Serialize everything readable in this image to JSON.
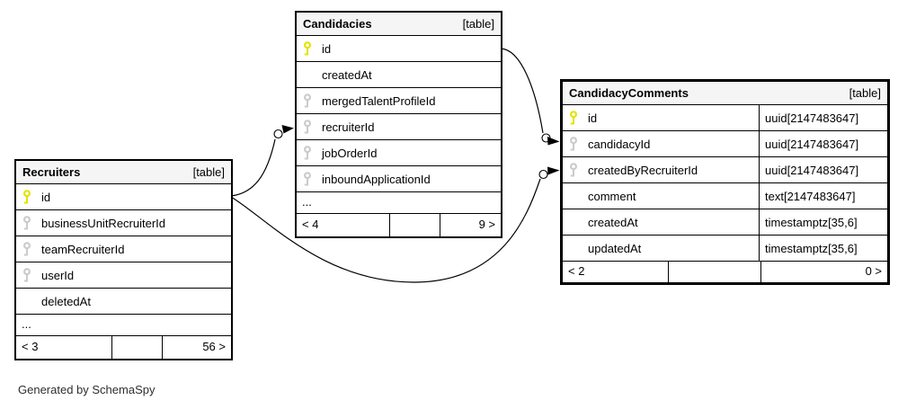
{
  "diagram": {
    "generator_note": "Generated by SchemaSpy",
    "colors": {
      "header_bg": "#f5f5f5",
      "row_bg": "#ffffff",
      "border": "#000000",
      "primary_key_icon": "#e3e300",
      "foreign_key_icon": "#cbcbcb"
    },
    "tables": [
      {
        "name": "Recruiters",
        "badge": "[table]",
        "columns": [
          {
            "name": "id",
            "key": "primary-key"
          },
          {
            "name": "businessUnitRecruiterId",
            "key": "foreign-key"
          },
          {
            "name": "teamRecruiterId",
            "key": "foreign-key"
          },
          {
            "name": "userId",
            "key": "foreign-key"
          },
          {
            "name": "deletedAt",
            "key": "none"
          }
        ],
        "ellipsis": "...",
        "footer": {
          "left": "< 3",
          "middle": "",
          "right": "56 >"
        }
      },
      {
        "name": "Candidacies",
        "badge": "[table]",
        "columns": [
          {
            "name": "id",
            "key": "primary-key"
          },
          {
            "name": "createdAt",
            "key": "none"
          },
          {
            "name": "mergedTalentProfileId",
            "key": "foreign-key"
          },
          {
            "name": "recruiterId",
            "key": "foreign-key"
          },
          {
            "name": "jobOrderId",
            "key": "foreign-key"
          },
          {
            "name": "inboundApplicationId",
            "key": "foreign-key"
          }
        ],
        "ellipsis": "...",
        "footer": {
          "left": "< 4",
          "middle": "",
          "right": "9 >"
        }
      },
      {
        "name": "CandidacyComments",
        "badge": "[table]",
        "columns": [
          {
            "name": "id",
            "key": "primary-key",
            "type": "uuid[2147483647]"
          },
          {
            "name": "candidacyId",
            "key": "foreign-key",
            "type": "uuid[2147483647]"
          },
          {
            "name": "createdByRecruiterId",
            "key": "foreign-key",
            "type": "uuid[2147483647]"
          },
          {
            "name": "comment",
            "key": "none",
            "type": "text[2147483647]"
          },
          {
            "name": "createdAt",
            "key": "none",
            "type": "timestamptz[35,6]"
          },
          {
            "name": "updatedAt",
            "key": "none",
            "type": "timestamptz[35,6]"
          }
        ],
        "footer": {
          "left": "< 2",
          "middle": "",
          "right": "0 >"
        }
      }
    ],
    "relationships": [
      {
        "from": "Recruiters.id",
        "to": "Candidacies.recruiterId"
      },
      {
        "from": "Candidacies.id",
        "to": "CandidacyComments.candidacyId"
      },
      {
        "from": "Recruiters.id",
        "to": "CandidacyComments.createdByRecruiterId"
      }
    ]
  }
}
